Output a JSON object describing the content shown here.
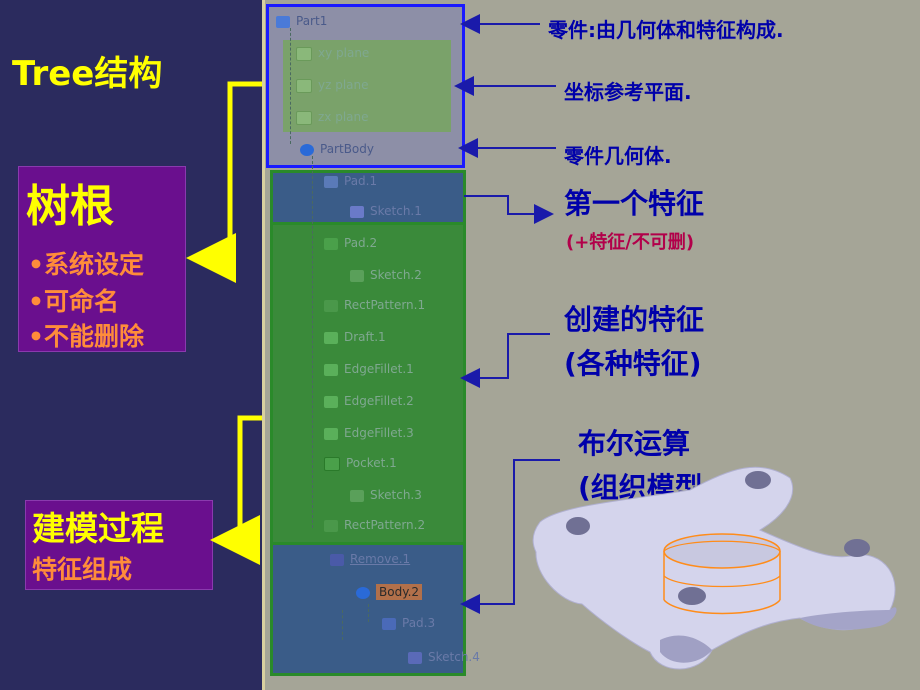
{
  "left": {
    "title": "Tree结构",
    "root_box": {
      "title": "树根",
      "items": [
        "•系统设定",
        "•可命名",
        "•不能删除"
      ]
    },
    "process_box": {
      "title": "建模过程",
      "subtitle": "特征组成"
    }
  },
  "tree": {
    "nodes": [
      {
        "label": "Part1"
      },
      {
        "label": "xy plane"
      },
      {
        "label": "yz plane"
      },
      {
        "label": "zx plane"
      },
      {
        "label": "PartBody"
      },
      {
        "label": "Pad.1"
      },
      {
        "label": "Sketch.1"
      },
      {
        "label": "Pad.2"
      },
      {
        "label": "Sketch.2"
      },
      {
        "label": "RectPattern.1"
      },
      {
        "label": "Draft.1"
      },
      {
        "label": "EdgeFillet.1"
      },
      {
        "label": "EdgeFillet.2"
      },
      {
        "label": "EdgeFillet.3"
      },
      {
        "label": "Pocket.1"
      },
      {
        "label": "Sketch.3"
      },
      {
        "label": "RectPattern.2"
      },
      {
        "label": "Remove.1"
      },
      {
        "label": "Body.2"
      },
      {
        "label": "Pad.3"
      },
      {
        "label": "Sketch.4"
      }
    ]
  },
  "annotations": {
    "part": "零件:由几何体和特征构成.",
    "planes": "坐标参考平面.",
    "body": "零件几何体.",
    "first_feature": "第一个特征",
    "first_feature_note": "(+特征/不可删)",
    "created_features": "创建的特征",
    "created_features_note": "(各种特征)",
    "boolean_1": "布尔运算",
    "boolean_2": "(组织模型",
    "boolean_3": ")"
  },
  "colors": {
    "background": "#2b2b5e",
    "tree_bg": "#a5a597",
    "accent_yellow": "#ffff00",
    "blue_box": "#1a1aff",
    "green_region": "#2a8a2a",
    "purple_box": "#6a0f8e"
  }
}
